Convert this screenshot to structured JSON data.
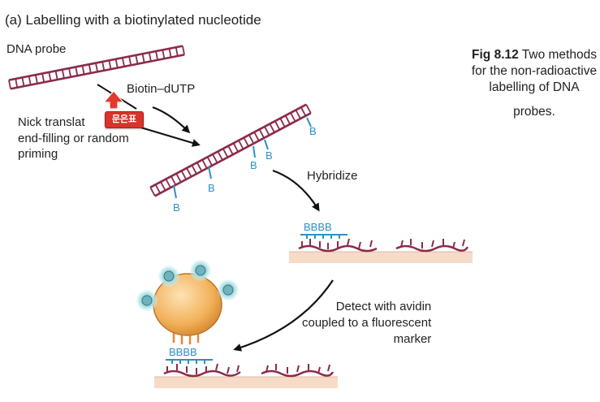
{
  "title": "(a) Labelling with a biotinylated nucleotide",
  "labels": {
    "dna_probe": "DNA probe",
    "biotin_dutp": "Biotin–dUTP",
    "nick_translation": "Nick translat\nend-filling or random\npriming",
    "hybridize": "Hybridize",
    "detect": "Detect with avidin\ncoupled to a fluorescent\n           marker",
    "biotin_mark": "B",
    "bound_biotins": "BBBB"
  },
  "caption": {
    "fig_number": "Fig 8.12",
    "text": "Two methods for the non-radioactive labelling of DNA",
    "last_line": "probes."
  },
  "badge": {
    "text": "문은표"
  },
  "colors": {
    "dna_strand": "#8c2a4a",
    "biotin": "#2f8fc4",
    "avidin_body": "#f2b25c",
    "fluor": "#7fc3c8",
    "membrane": "#f6dcc8",
    "badge": "#d9332b"
  }
}
